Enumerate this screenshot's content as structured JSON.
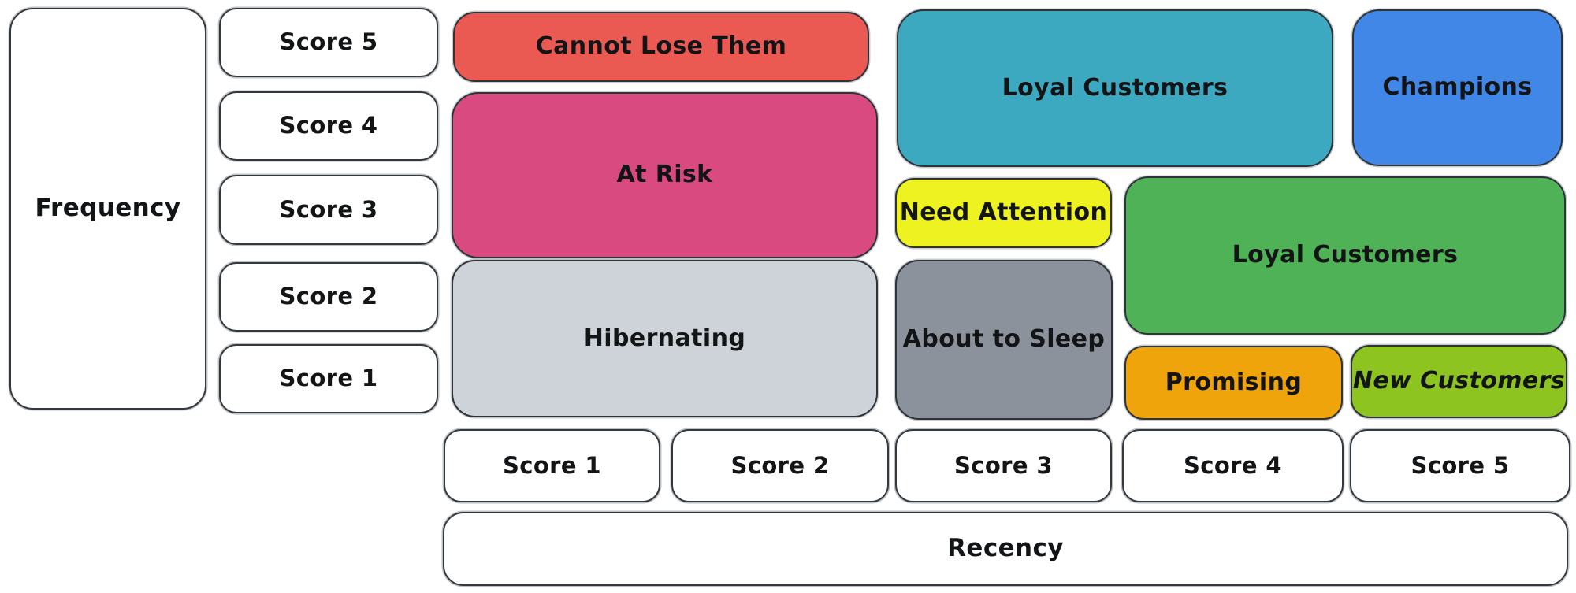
{
  "axes": {
    "frequency_label": "Frequency",
    "recency_label": "Recency"
  },
  "frequency_scores": [
    {
      "label": "Score 5"
    },
    {
      "label": "Score 4"
    },
    {
      "label": "Score 3"
    },
    {
      "label": "Score 2"
    },
    {
      "label": "Score 1"
    }
  ],
  "recency_scores": [
    {
      "label": "Score 1"
    },
    {
      "label": "Score 2"
    },
    {
      "label": "Score 3"
    },
    {
      "label": "Score 4"
    },
    {
      "label": "Score 5"
    }
  ],
  "segments": {
    "cannot_lose_them": {
      "label": "Cannot Lose Them",
      "color": "#ea5a52"
    },
    "at_risk": {
      "label": "At Risk",
      "color": "#d84a80"
    },
    "hibernating": {
      "label": "Hibernating",
      "color": "#ced3da"
    },
    "loyal_customers_top": {
      "label": "Loyal Customers",
      "color": "#3da9c1"
    },
    "champions": {
      "label": "Champions",
      "color": "#4187e8"
    },
    "need_attention": {
      "label": "Need Attention",
      "color": "#eef220"
    },
    "loyal_customers_mid": {
      "label": "Loyal Customers",
      "color": "#50b257"
    },
    "about_to_sleep": {
      "label": "About to Sleep",
      "color": "#8b929b"
    },
    "promising": {
      "label": "Promising",
      "color": "#efa40b"
    },
    "new_customers": {
      "label": "New Customers",
      "color": "#8dc41f"
    }
  },
  "stroke_color": "#2e3338",
  "box_fill": "#ffffff",
  "text_color": "#121416"
}
